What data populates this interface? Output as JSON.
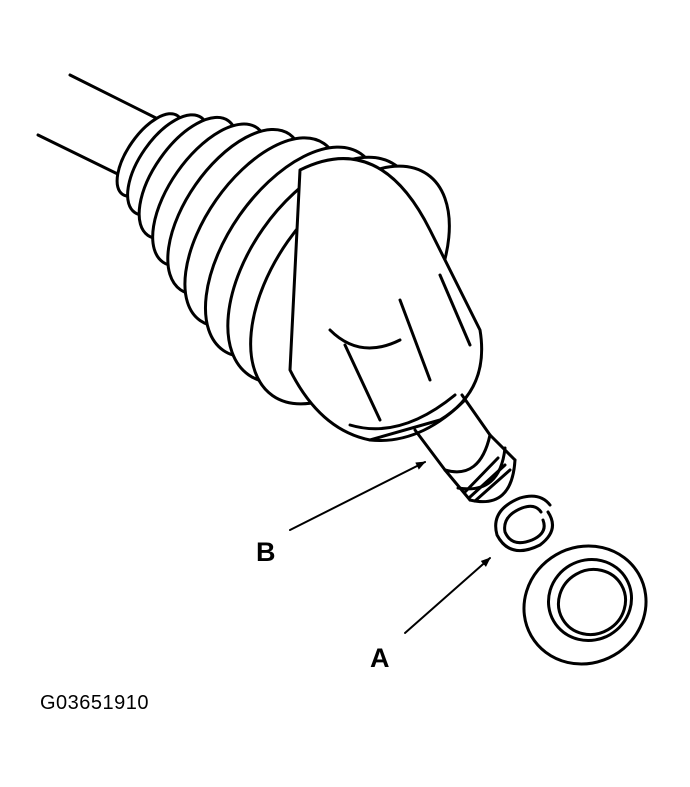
{
  "diagram": {
    "callouts": {
      "a": "A",
      "b": "B"
    },
    "figure_code": "G03651910",
    "colors": {
      "line": "#000000",
      "fill": "#ffffff"
    }
  }
}
